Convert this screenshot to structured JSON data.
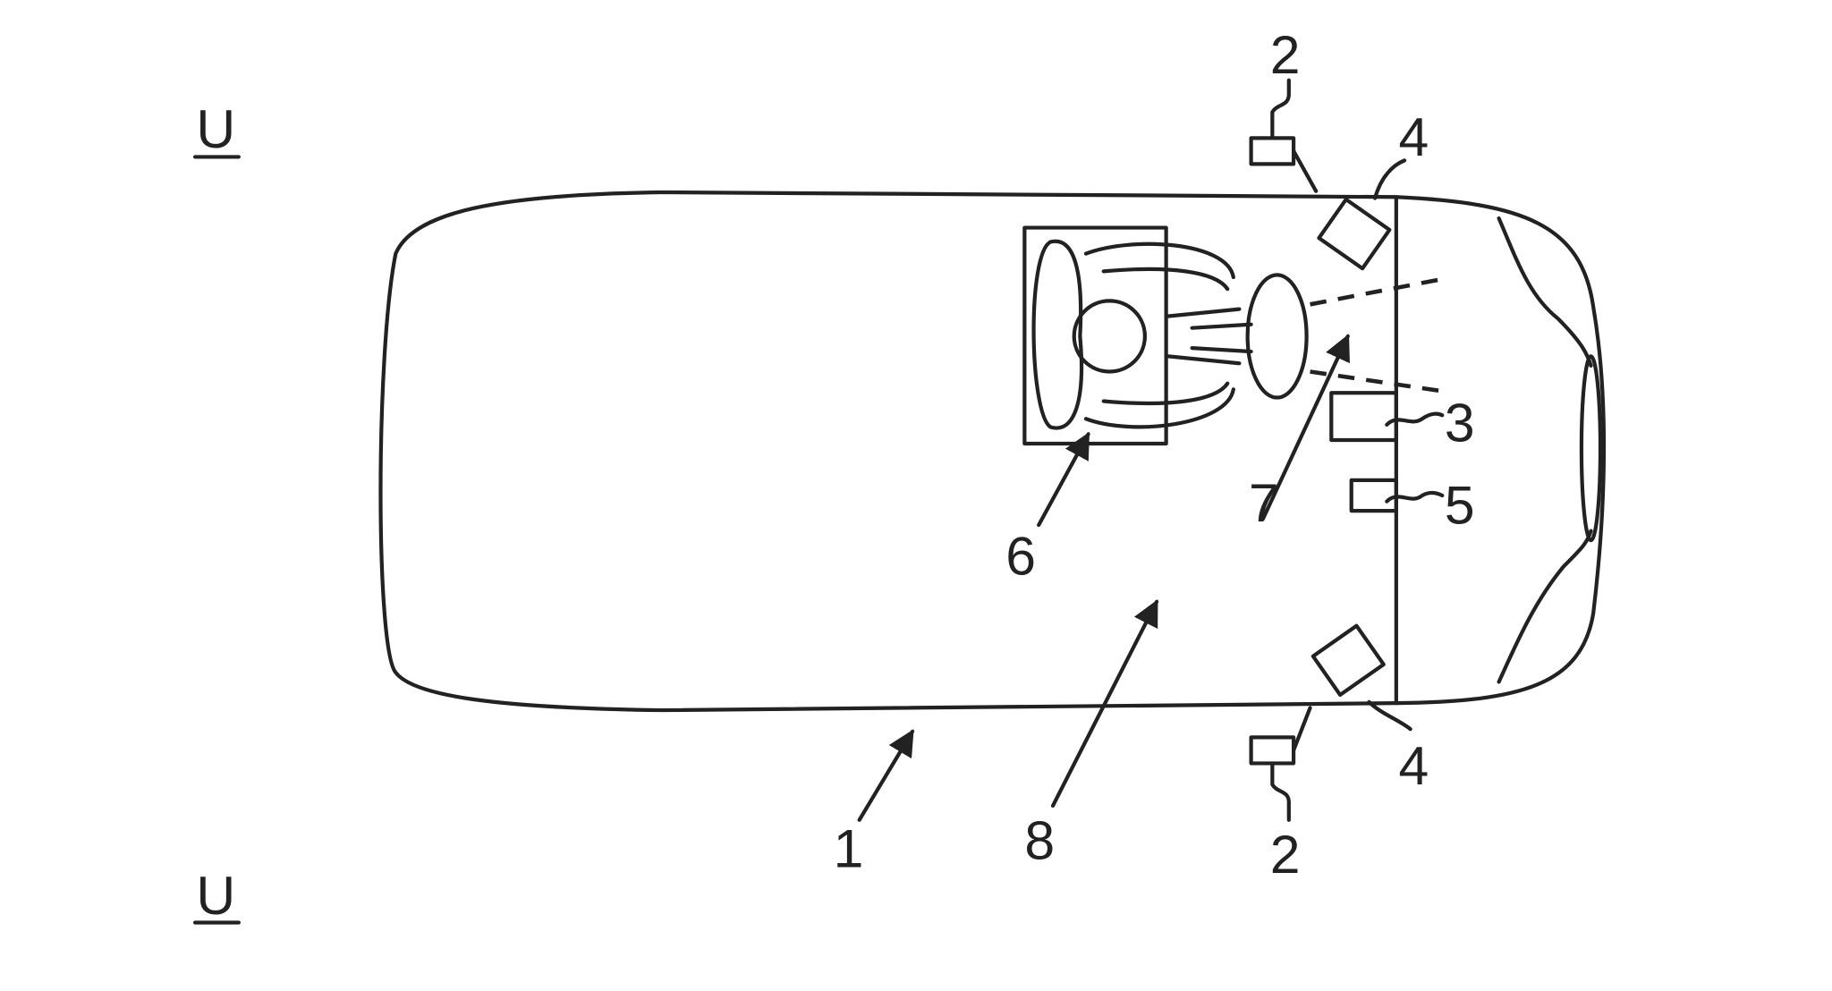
{
  "figure": {
    "region_label_top": "U",
    "region_label_bottom": "U",
    "labels": {
      "vehicle": "1",
      "camera_top": "2",
      "camera_bottom": "2",
      "unit_3": "3",
      "light_top": "4",
      "light_bottom": "4",
      "unit_5": "5",
      "seat_area": "6",
      "field_of_view": "7",
      "interior": "8"
    }
  }
}
